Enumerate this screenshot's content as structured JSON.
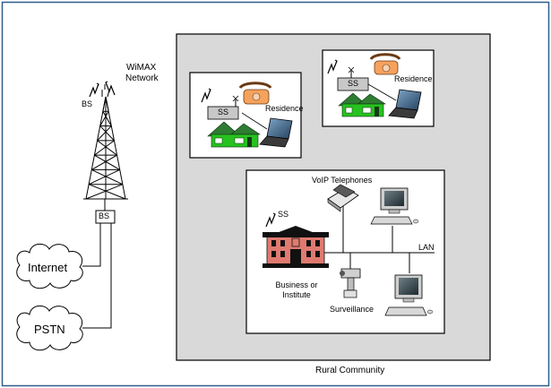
{
  "labels": {
    "wimax_network": [
      "WiMAX",
      "Network"
    ],
    "bs_tower": "BS",
    "bs_box": "BS",
    "internet": "Internet",
    "pstn": "PSTN",
    "ss_residence_1": "SS",
    "ss_residence_2": "SS",
    "residence_1": "Residence",
    "residence_2": "Residence",
    "voip_telephones": "VoIP Telephones",
    "ss_business": "SS",
    "lan": "LAN",
    "business_or_institute": [
      "Business or",
      "Institute"
    ],
    "surveillance": "Surveillance",
    "rural_community": "Rural Community"
  },
  "colors": {
    "community_fill": "#d9d9d9",
    "house_roof": "#2e7d32",
    "house_wall": "#27c21f",
    "building_wall": "#e07a70",
    "building_dark": "#111111",
    "residence_box_border": "#000000"
  }
}
